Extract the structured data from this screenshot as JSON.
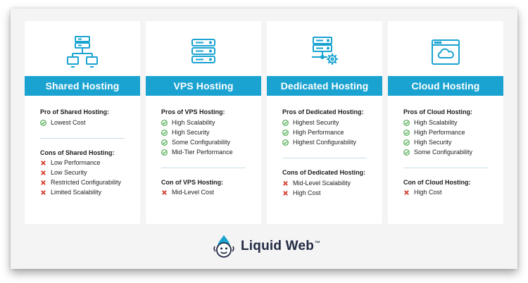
{
  "colors": {
    "accent": "#1aa3d1",
    "check": "#47a84a",
    "cross": "#d53a2c"
  },
  "cards": [
    {
      "icon": "shared-server-network-icon",
      "title": "Shared Hosting",
      "pros_title": "Pro of Shared Hosting:",
      "pros": [
        "Lowest Cost"
      ],
      "cons_title": "Cons of Shared Hosting:",
      "cons": [
        "Low Performance",
        "Low Security",
        "Restricted Configurability",
        "Limited Scalability"
      ]
    },
    {
      "icon": "vps-server-stack-icon",
      "title": "VPS Hosting",
      "pros_title": "Pros of VPS Hosting:",
      "pros": [
        "High Scalability",
        "High Security",
        "Some Configurability",
        "Mid-Tier Performance"
      ],
      "cons_title": "Con of VPS Hosting:",
      "cons": [
        "Mid-Level Cost"
      ]
    },
    {
      "icon": "dedicated-server-gear-icon",
      "title": "Dedicated Hosting",
      "pros_title": "Pros of Dedicated Hosting:",
      "pros": [
        "Highest Security",
        "High Performance",
        "Highest Configurability"
      ],
      "cons_title": "Cons of Dedicated Hosting:",
      "cons": [
        "Mid-Level Scalability",
        "High Cost"
      ]
    },
    {
      "icon": "cloud-browser-window-icon",
      "title": "Cloud Hosting",
      "pros_title": "Pros of Cloud Hosting:",
      "pros": [
        "High Scalability",
        "High Performance",
        "High Security",
        "Some Configurability"
      ],
      "cons_title": "Con of Cloud Hosting:",
      "cons": [
        "High Cost"
      ]
    }
  ],
  "logo": {
    "text": "Liquid Web",
    "tm": "™",
    "icon": "liquid-web-droplet-logo-icon"
  }
}
